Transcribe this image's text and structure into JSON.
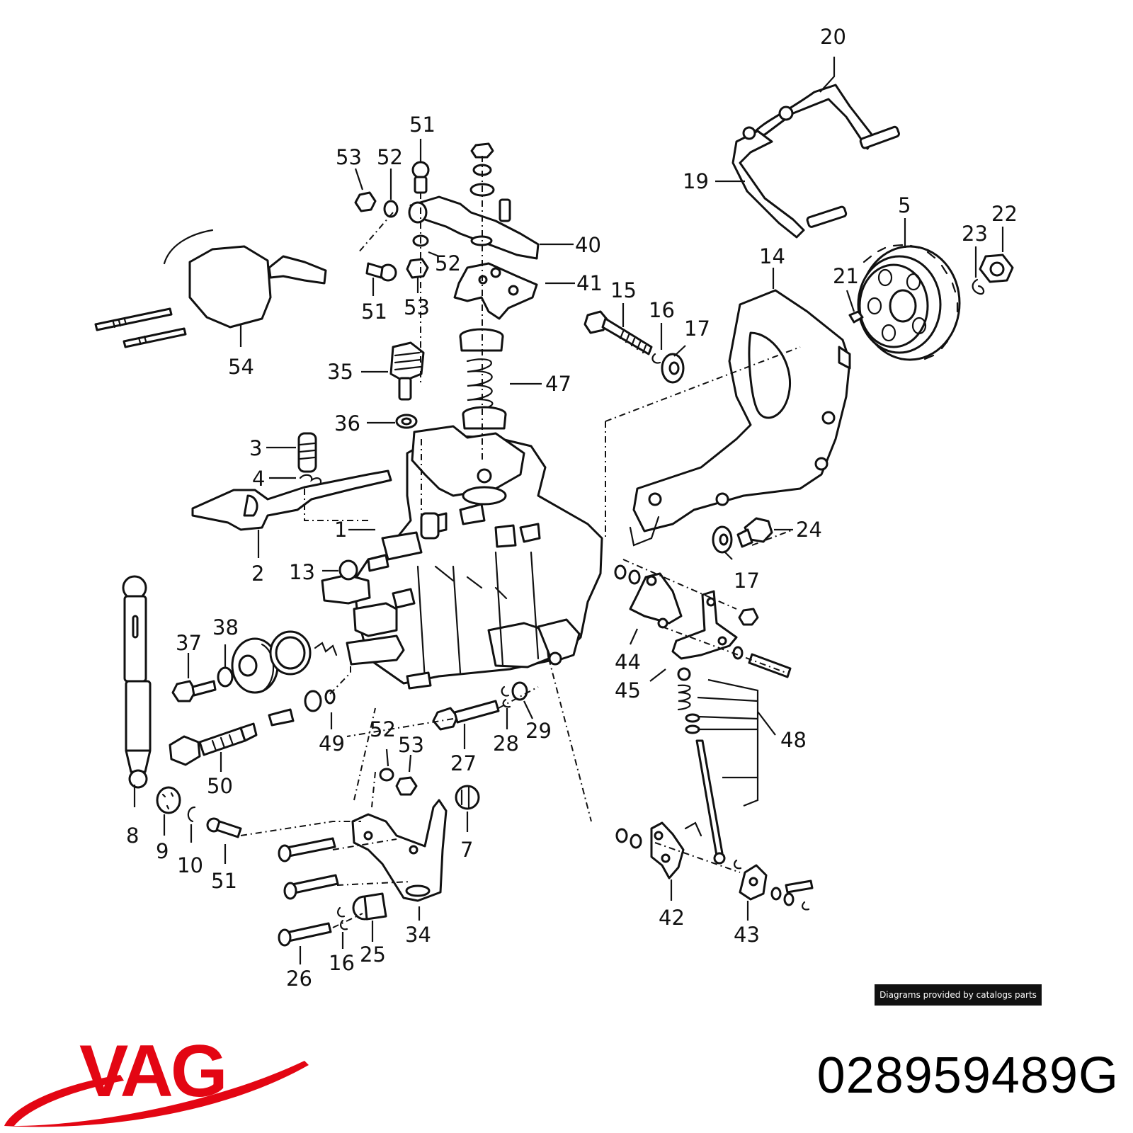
{
  "diagram": {
    "callouts": [
      "20",
      "19",
      "5",
      "22",
      "23",
      "21",
      "14",
      "15",
      "16",
      "17",
      "51",
      "53",
      "52",
      "40",
      "41",
      "54",
      "35",
      "47",
      "36",
      "3",
      "4",
      "1",
      "2",
      "13",
      "24",
      "37",
      "38",
      "49",
      "50",
      "44",
      "45",
      "48",
      "27",
      "28",
      "29",
      "8",
      "9",
      "10",
      "7",
      "34",
      "26",
      "25",
      "42",
      "43"
    ]
  },
  "credit": {
    "text": "Diagrams provided by catalogs parts"
  },
  "brand": {
    "logo_text": "VAG",
    "logo_color": "#e30613"
  },
  "product": {
    "part_number": "028959489G"
  },
  "colors": {
    "line": "#111111",
    "background": "#ffffff",
    "brand_red": "#e30613"
  }
}
